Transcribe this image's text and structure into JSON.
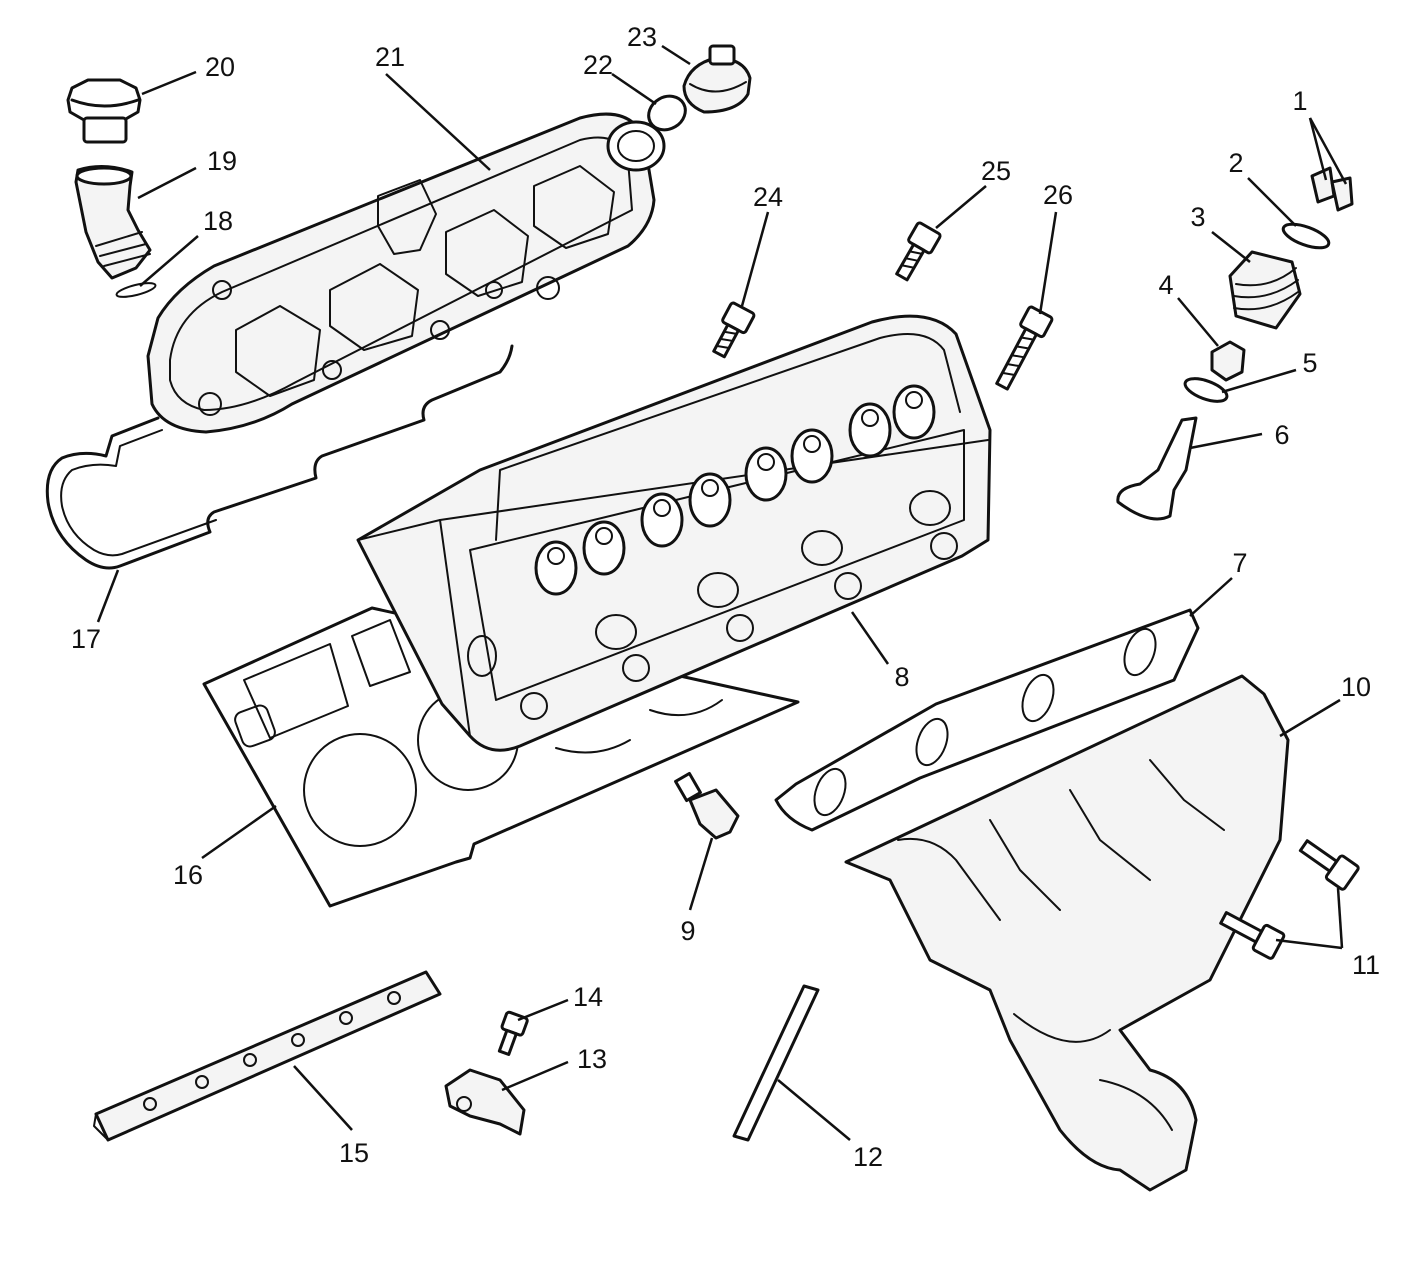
{
  "callouts": [
    {
      "id": "1",
      "label": "1"
    },
    {
      "id": "2",
      "label": "2"
    },
    {
      "id": "3",
      "label": "3"
    },
    {
      "id": "4",
      "label": "4"
    },
    {
      "id": "5",
      "label": "5"
    },
    {
      "id": "6",
      "label": "6"
    },
    {
      "id": "7",
      "label": "7"
    },
    {
      "id": "8",
      "label": "8"
    },
    {
      "id": "9",
      "label": "9"
    },
    {
      "id": "10",
      "label": "10"
    },
    {
      "id": "11",
      "label": "11"
    },
    {
      "id": "12",
      "label": "12"
    },
    {
      "id": "13",
      "label": "13"
    },
    {
      "id": "14",
      "label": "14"
    },
    {
      "id": "15",
      "label": "15"
    },
    {
      "id": "16",
      "label": "16"
    },
    {
      "id": "17",
      "label": "17"
    },
    {
      "id": "18",
      "label": "18"
    },
    {
      "id": "19",
      "label": "19"
    },
    {
      "id": "20",
      "label": "20"
    },
    {
      "id": "21",
      "label": "21"
    },
    {
      "id": "22",
      "label": "22"
    },
    {
      "id": "23",
      "label": "23"
    },
    {
      "id": "24",
      "label": "24"
    },
    {
      "id": "25",
      "label": "25"
    },
    {
      "id": "26",
      "label": "26"
    }
  ]
}
